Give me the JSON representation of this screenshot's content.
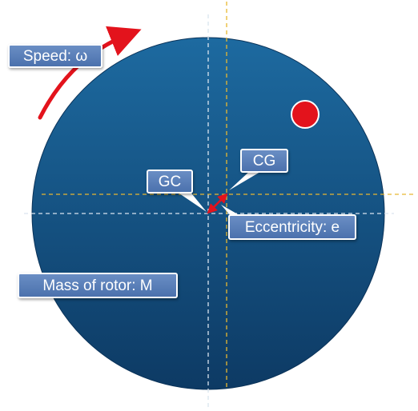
{
  "labels": {
    "speed": "Speed: ω",
    "cg": "CG",
    "gc": "GC",
    "eccentricity": "Eccentricity: e",
    "mass": "Mass of rotor: M"
  },
  "colors": {
    "rotor_light": "#1d6aa0",
    "rotor_dark": "#0d3a64",
    "label_fill": "#5a80bb",
    "arrow_red": "#e3131c",
    "mass_dot": "#e3131c",
    "gc_axis": "#ffffff",
    "cg_axis": "#e8b830"
  }
}
